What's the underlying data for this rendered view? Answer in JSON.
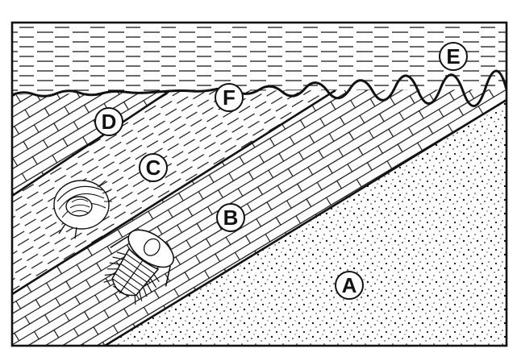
{
  "diagram": {
    "layer_labels": {
      "a": "A",
      "b": "B",
      "c": "C",
      "d": "D",
      "e": "E",
      "f": "F"
    },
    "colors": {
      "ink": "#111111",
      "paper": "#ffffff"
    },
    "icons": [
      "trilobite-fossil-icon",
      "curled-trilobite-fossil-icon"
    ]
  }
}
